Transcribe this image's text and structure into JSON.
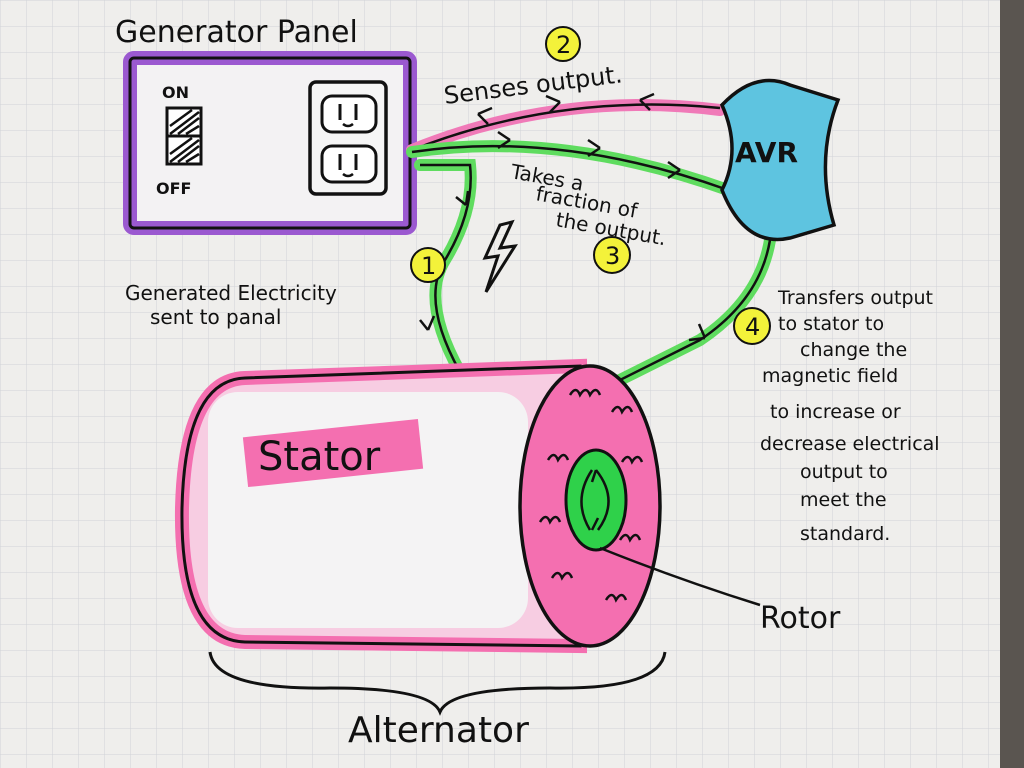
{
  "colors": {
    "paper": "#efeeec",
    "grid": "#c9ccd2",
    "ink": "#111111",
    "panel_border": "#9b59d0",
    "wire_pink": "#f07ab8",
    "wire_green": "#5fdc5f",
    "avr_blue": "#5ec4e0",
    "stator_pink": "#f46fb0",
    "rotor_green": "#2fd14a",
    "highlight_yellow": "#f3f23a"
  },
  "icons": {
    "lightning": "lightning-bolt-icon",
    "outlet": "power-outlet-icon",
    "switch": "toggle-switch-icon",
    "coil": "coil-icon"
  },
  "labels": {
    "panel_title": "Generator Panel",
    "switch_on": "ON",
    "switch_off": "OFF",
    "avr": "AVR",
    "stator": "Stator",
    "rotor": "Rotor",
    "alternator": "Alternator"
  },
  "steps": [
    {
      "number": "1",
      "lines": [
        "Generated Electricity",
        "sent to panal"
      ]
    },
    {
      "number": "2",
      "lines": [
        "Senses output."
      ]
    },
    {
      "number": "3",
      "lines": [
        "Takes a",
        "fraction of",
        "the output."
      ]
    },
    {
      "number": "4",
      "lines": [
        "Transfers output",
        "to stator to",
        "change the",
        "magnetic field",
        "to increase or",
        "decrease electrical",
        "output to",
        "meet the",
        "standard."
      ]
    }
  ]
}
